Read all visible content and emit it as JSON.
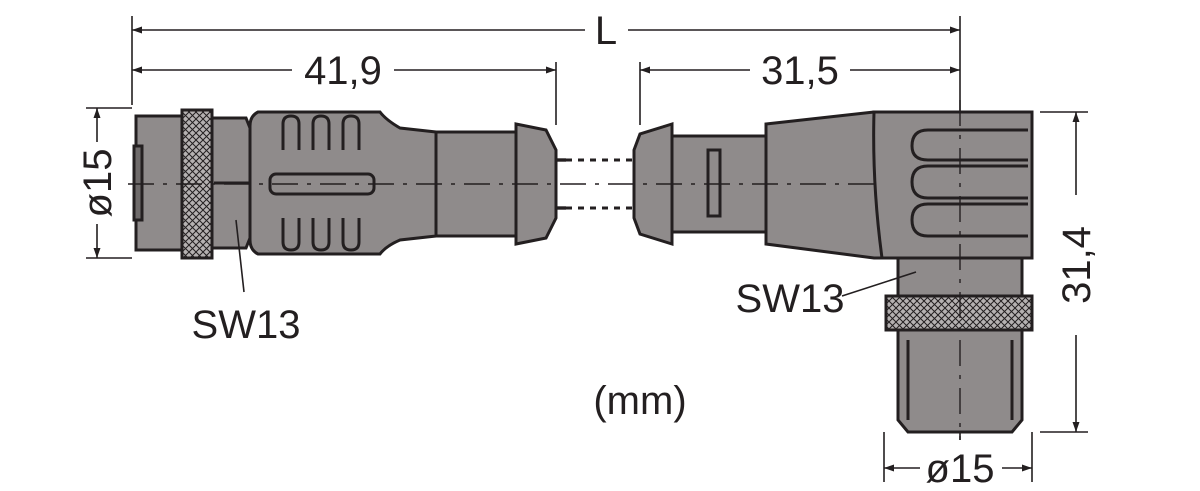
{
  "dimensions": {
    "overall_length": "L",
    "left_length": "41,9",
    "right_length": "31,5",
    "left_diameter": "ø15",
    "right_height": "31,4",
    "bottom_diameter": "ø15"
  },
  "labels": {
    "left_wrench": "SW13",
    "right_wrench": "SW13",
    "units": "(mm)"
  },
  "colors": {
    "ink": "#231f20",
    "body_fill": "#8f8b8b",
    "background": "#ffffff"
  }
}
